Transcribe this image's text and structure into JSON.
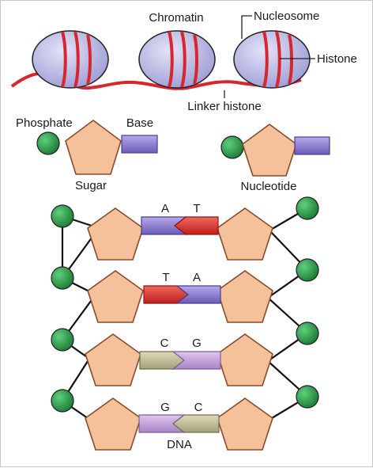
{
  "labels": {
    "chromatin": "Chromatin",
    "nucleosome": "Nucleosome",
    "histone": "Histone",
    "linker_histone": "Linker histone",
    "phosphate": "Phosphate",
    "base": "Base",
    "sugar": "Sugar",
    "nucleotide": "Nucleotide",
    "dna": "DNA"
  },
  "base_pairs": [
    {
      "left": "A",
      "right": "T"
    },
    {
      "left": "T",
      "right": "A"
    },
    {
      "left": "C",
      "right": "G"
    },
    {
      "left": "G",
      "right": "C"
    }
  ],
  "colors": {
    "histone_band": "#d8262e",
    "nucleosome_fill": "#b9b9e6",
    "sugar_fill": "#f5c19a",
    "sugar_stroke": "#8a4a2a",
    "phosphate_fill": "#2e9e4e",
    "base_purple": "#8f7dcf",
    "base_red": "#e12b28",
    "base_khaki": "#c2c09a",
    "base_lilac": "#c7a6dc"
  }
}
